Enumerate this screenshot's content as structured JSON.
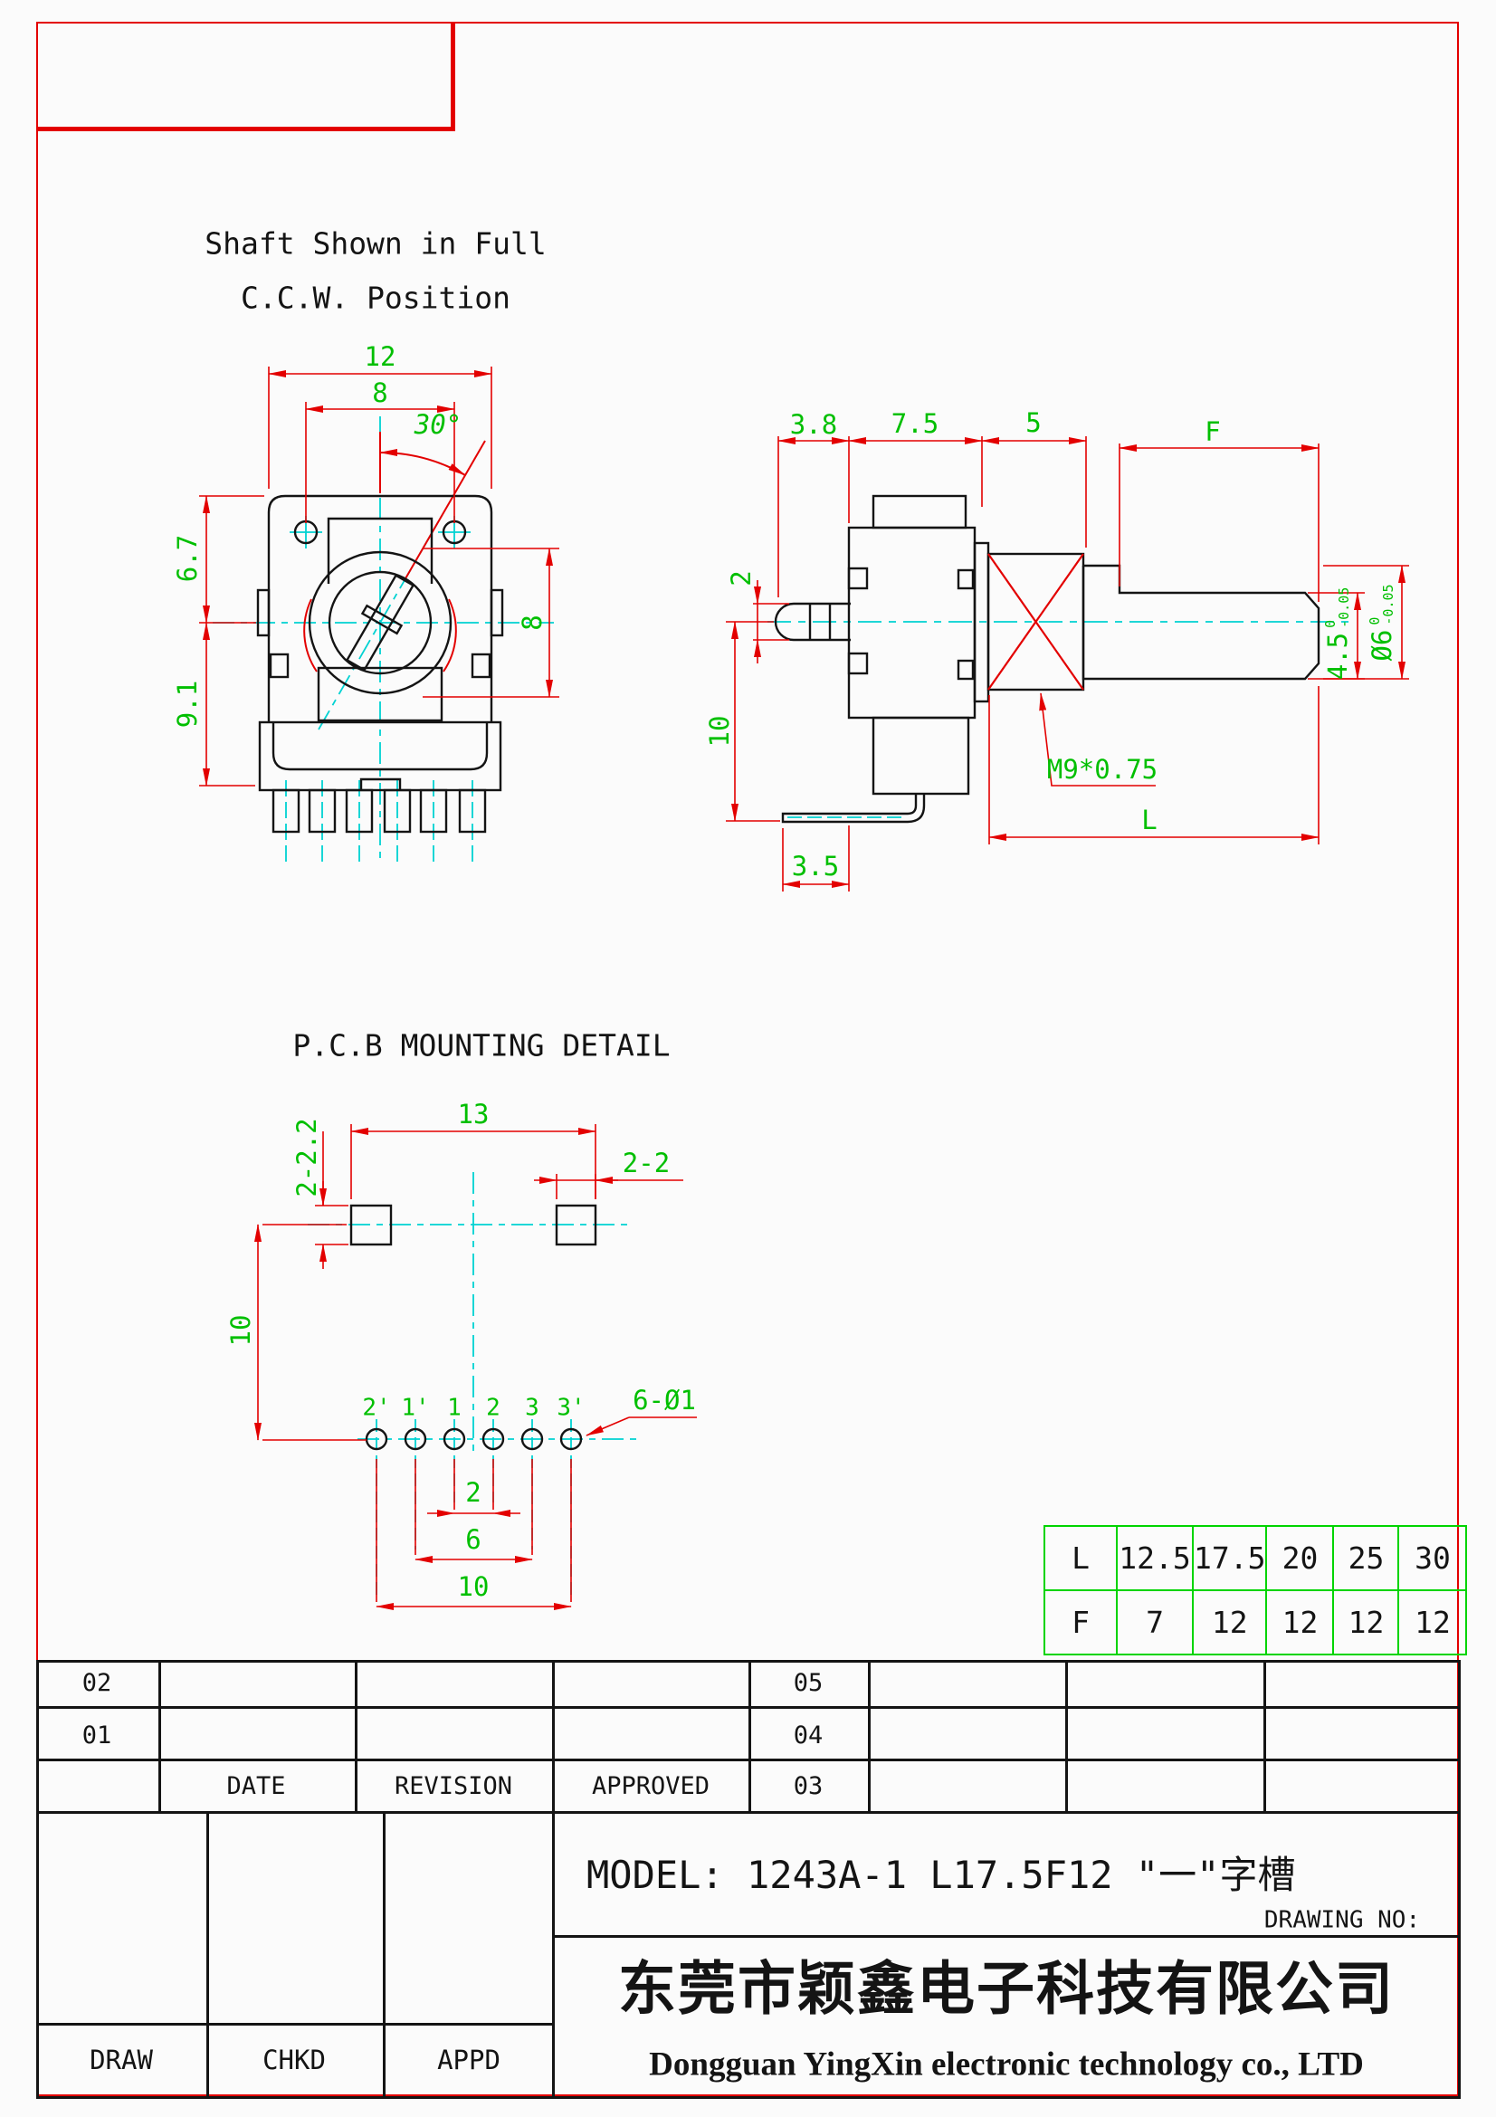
{
  "front_view": {
    "title_line1": "Shaft Shown in Full",
    "title_line2": "C.C.W. Position",
    "dim_width_outer": "12",
    "dim_width_holes": "8",
    "dim_angle": "30°",
    "dim_height_top": "6.7",
    "dim_height_bottom": "9.1",
    "dim_rotor": "8"
  },
  "side_view": {
    "dim_tab": "3.8",
    "dim_body": "7.5",
    "dim_bushing": "5",
    "dim_flat_len": "F",
    "dim_tab_thk": "2",
    "dim_foot_drop": "10",
    "dim_foot_offset": "3.5",
    "thread_callout": "M9*0.75",
    "dim_total_len": "L",
    "dim_flat_height": "4.5",
    "flat_tol_hi": "0",
    "flat_tol_lo": "-0.05",
    "dim_shaft_dia": "Ø6",
    "dia_tol_hi": "0",
    "dia_tol_lo": "-0.05"
  },
  "pcb_detail": {
    "title": "P.C.B MOUNTING DETAIL",
    "dim_mount_span": "13",
    "dim_mount_hole_v": "2-2.2",
    "dim_mount_hole_h": "2-2",
    "dim_row_offset": "10",
    "dim_pitch": "2",
    "dim_span_inner": "6",
    "dim_span_outer": "10",
    "hole_callout": "6-Ø1",
    "pin_labels": [
      "2'",
      "1'",
      "1",
      "2",
      "3",
      "3'"
    ]
  },
  "lf_table": {
    "rows": [
      [
        "L",
        "12.5",
        "17.5",
        "20",
        "25",
        "30"
      ],
      [
        "F",
        "7",
        "12",
        "12",
        "12",
        "12"
      ]
    ]
  },
  "title_block": {
    "rev_nums_left": [
      "02",
      "01"
    ],
    "rev_nums_right": [
      "05",
      "04",
      "03"
    ],
    "header_date": "DATE",
    "header_revision": "REVISION",
    "header_approved": "APPROVED",
    "model_line": "MODEL:  1243A-1 L17.5F12 \"一\"字槽",
    "drawing_no_label": "DRAWING NO:",
    "company_cn": "东莞市颖鑫电子科技有限公司",
    "company_en": "Dongguan YingXin electronic technology co., LTD",
    "sign_draw": "DRAW",
    "sign_chkd": "CHKD",
    "sign_appd": "APPD"
  }
}
